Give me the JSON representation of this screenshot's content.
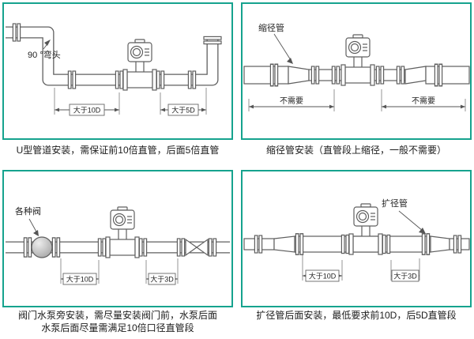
{
  "accent_color": "#16a38e",
  "line_color": "#5f5f5f",
  "panels": {
    "u_type": {
      "callout": "90 °弯头",
      "dim_left": "大于10D",
      "dim_right": "大于5D",
      "caption": "U型管道安装，需保证前10倍直管，后面5倍直管"
    },
    "reducer": {
      "callout": "缩径管",
      "dim_left": "不需要",
      "dim_right": "不需要",
      "caption": "缩径管安装（直管段上缩径，一般不需要）"
    },
    "valve_pump": {
      "callout": "各种阀",
      "dim_left": "大于10D",
      "dim_right": "大于3D",
      "caption_line1": "阀门水泵旁安装，需尽量安装阀门前，水泵后面",
      "caption_line2": "水泵后面尽量需满足10倍口径直管段"
    },
    "expander": {
      "callout": "扩径管",
      "dim_left": "大于10D",
      "dim_right": "大于3D",
      "caption": "扩径管后面安装，最低要求前10D，后5D直管段"
    }
  }
}
